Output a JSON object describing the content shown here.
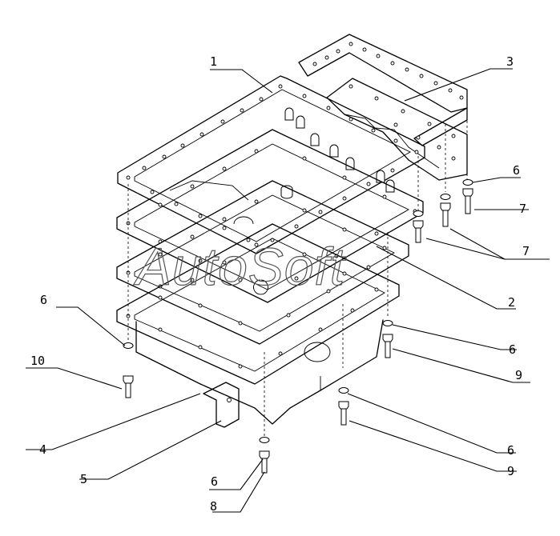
{
  "watermark": "AutoSoft",
  "callouts": [
    {
      "id": "c1",
      "label": "1"
    },
    {
      "id": "c3",
      "label": "3"
    },
    {
      "id": "c6a",
      "label": "6"
    },
    {
      "id": "c7a",
      "label": "7"
    },
    {
      "id": "c7b",
      "label": "7"
    },
    {
      "id": "c2",
      "label": "2"
    },
    {
      "id": "c6b",
      "label": "6"
    },
    {
      "id": "c10",
      "label": "10"
    },
    {
      "id": "c6c",
      "label": "6"
    },
    {
      "id": "c9a",
      "label": "9"
    },
    {
      "id": "c4",
      "label": "4"
    },
    {
      "id": "c6d",
      "label": "6"
    },
    {
      "id": "c5",
      "label": "5"
    },
    {
      "id": "c6e",
      "label": "6"
    },
    {
      "id": "c9b",
      "label": "9"
    },
    {
      "id": "c8",
      "label": "8"
    }
  ]
}
